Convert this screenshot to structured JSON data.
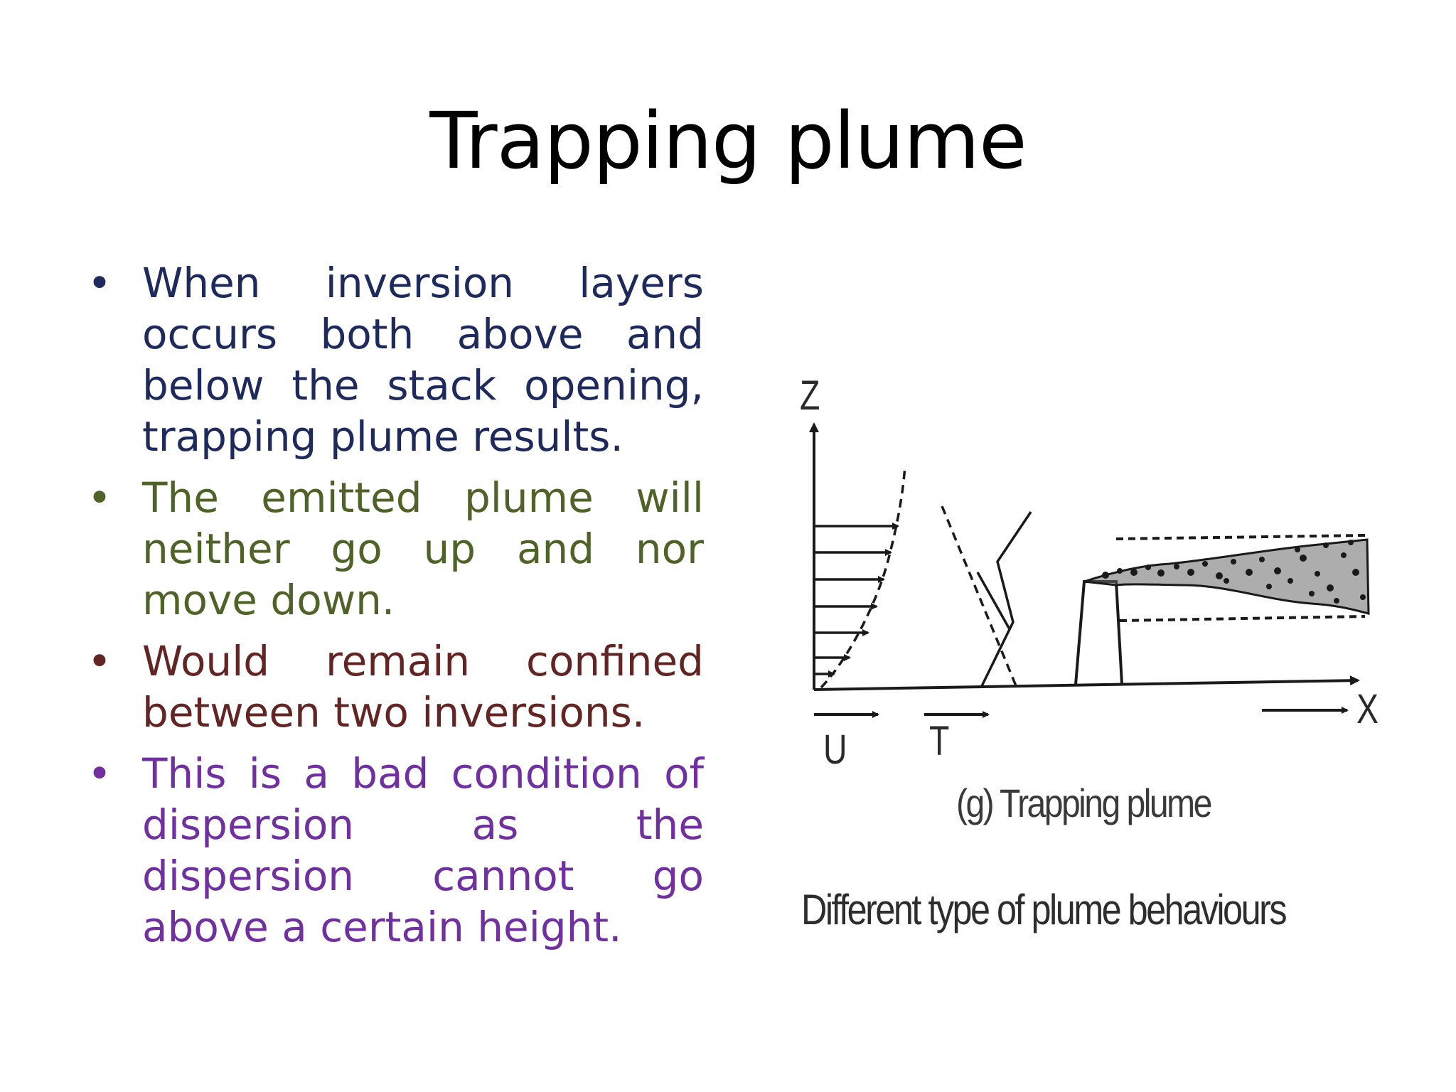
{
  "title": "Trapping plume",
  "bullets": [
    {
      "text": "When inversion layers occurs both above and below the stack opening, trapping plume results.",
      "color": "#1f2a5c"
    },
    {
      "text": "The emitted plume will neither go up and nor move down.",
      "color": "#4f6228"
    },
    {
      "text": "Would remain confined between two inversions.",
      "color": "#632523"
    },
    {
      "text": "This is a bad condition of dispersion as the dispersion cannot go above a certain height.",
      "color": "#7030a0"
    }
  ],
  "bullet_symbol": "•",
  "figure": {
    "z_label": "Z",
    "x_label": "X",
    "u_label": "U",
    "t_label": "T",
    "caption": "(g) Trapping plume",
    "subcaption": "Different type of plume behaviours"
  }
}
